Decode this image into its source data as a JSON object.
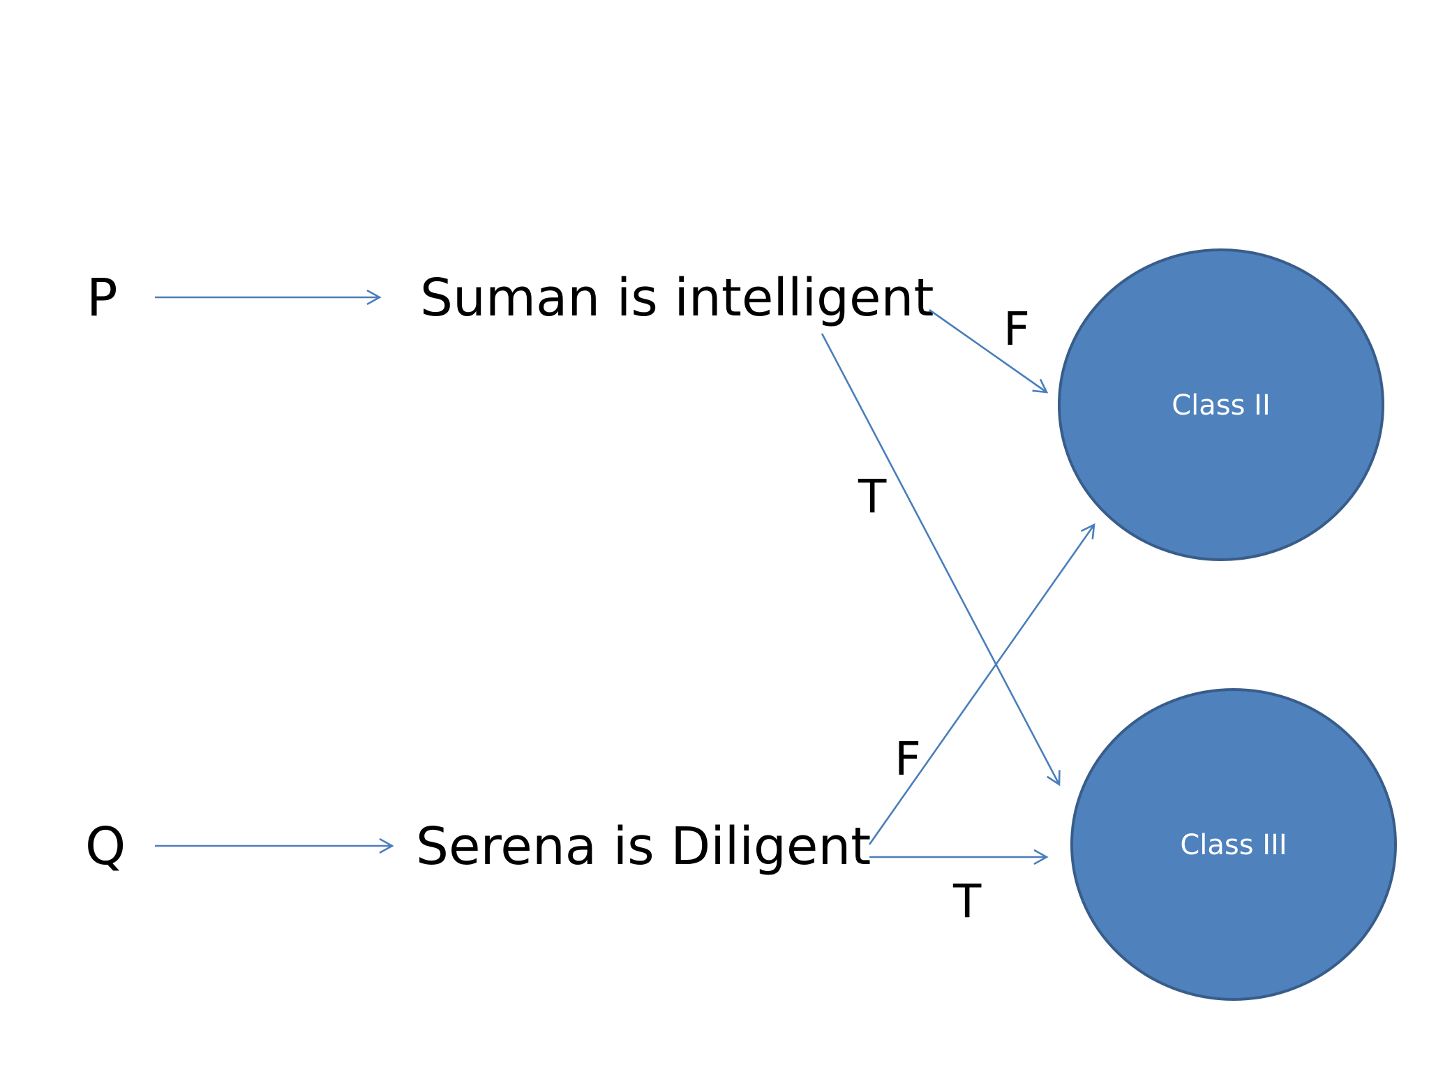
{
  "propositions": [
    {
      "symbol": "P",
      "statement": "Suman is intelligent"
    },
    {
      "symbol": "Q",
      "statement": "Serena is Diligent"
    }
  ],
  "classes": [
    {
      "label": "Class II"
    },
    {
      "label": "Class III"
    }
  ],
  "edges": [
    {
      "from": "Suman is intelligent",
      "to": "Class II",
      "label": "F"
    },
    {
      "from": "Suman is intelligent",
      "to": "Class III",
      "label": "T"
    },
    {
      "from": "Serena is Diligent",
      "to": "Class II",
      "label": "F"
    },
    {
      "from": "Serena is Diligent",
      "to": "Class III",
      "label": "T"
    }
  ],
  "colors": {
    "arrow": "#4a7ebb",
    "node_fill": "#4f81bd",
    "node_border": "#385d8a",
    "node_text": "#ffffff"
  }
}
